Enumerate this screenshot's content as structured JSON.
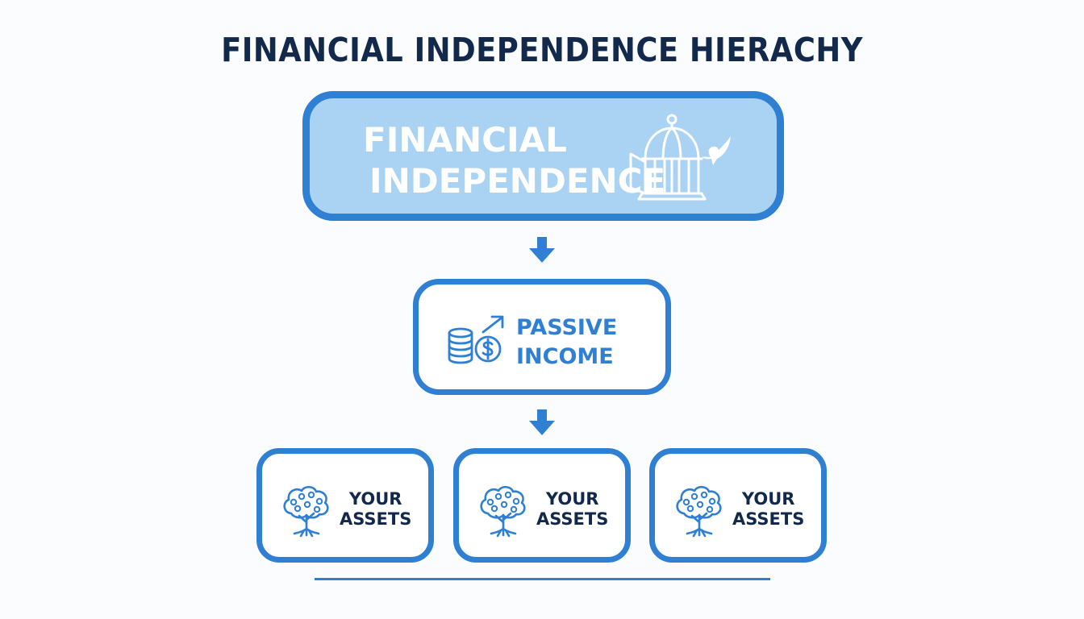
{
  "title": "FINANCIAL INDEPENDENCE HIERACHY",
  "top_node": {
    "line1": "FINANCIAL",
    "line2": "INDEPENDENCE",
    "icon": "open-birdcage-with-bird-icon"
  },
  "middle_node": {
    "line1": "PASSIVE",
    "line2": "INCOME",
    "icon": "coins-dollar-growth-icon"
  },
  "bottom_nodes": [
    {
      "line1": "YOUR",
      "line2": "ASSETS",
      "icon": "money-tree-icon"
    },
    {
      "line1": "YOUR",
      "line2": "ASSETS",
      "icon": "money-tree-icon"
    },
    {
      "line1": "YOUR",
      "line2": "ASSETS",
      "icon": "money-tree-icon"
    }
  ],
  "colors": {
    "accent": "#2f7fd3",
    "top_fill": "#a9d2f3",
    "title": "#13294b",
    "background": "#fbfcfd"
  }
}
